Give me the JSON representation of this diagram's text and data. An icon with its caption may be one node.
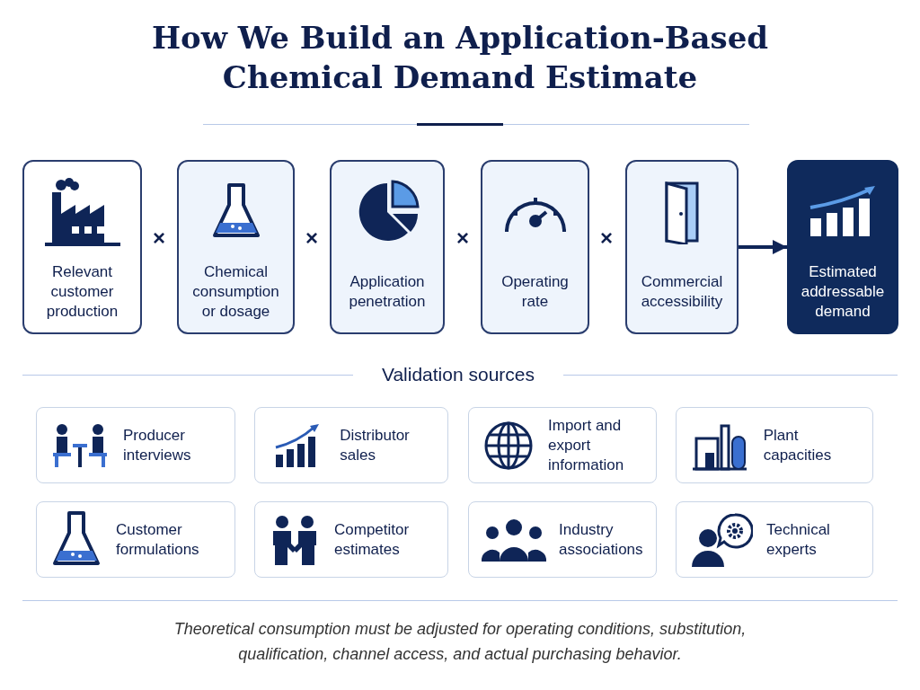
{
  "diagram": {
    "title": "How We Build an Application-Based Chemical Demand Estimate",
    "nodes": [
      {
        "text": [
          "Relevant customer production"
        ]
      },
      {
        "text": [
          "Chemical consumption or dosage"
        ]
      },
      {
        "text": [
          "Application penetration"
        ]
      },
      {
        "text": [
          "Operating rate"
        ]
      },
      {
        "text": [
          "Commercial accessibility"
        ]
      },
      {
        "text": [
          "Estimated addressable demand"
        ]
      },
      {
        "text": [
          "Producer interviews"
        ]
      },
      {
        "text": [
          "Distributor sales"
        ]
      },
      {
        "text": [
          "Import and export information"
        ]
      },
      {
        "text": [
          "Plant capacities"
        ]
      },
      {
        "text": [
          "Customer formulations"
        ]
      },
      {
        "text": [
          "Competitor estimates"
        ]
      },
      {
        "text": [
          "Industry associations"
        ]
      },
      {
        "text": [
          "Technical experts"
        ]
      }
    ],
    "edges": [
      {
        "from": 4,
        "to": 5,
        "arrow": "to"
      }
    ],
    "labels": [
      "×",
      "×",
      "×",
      "×",
      "Validation sources"
    ],
    "caption": "Theoretical consumption must be adjusted for operating conditions, substitution, qualification, channel access, and actual purchasing behavior."
  }
}
